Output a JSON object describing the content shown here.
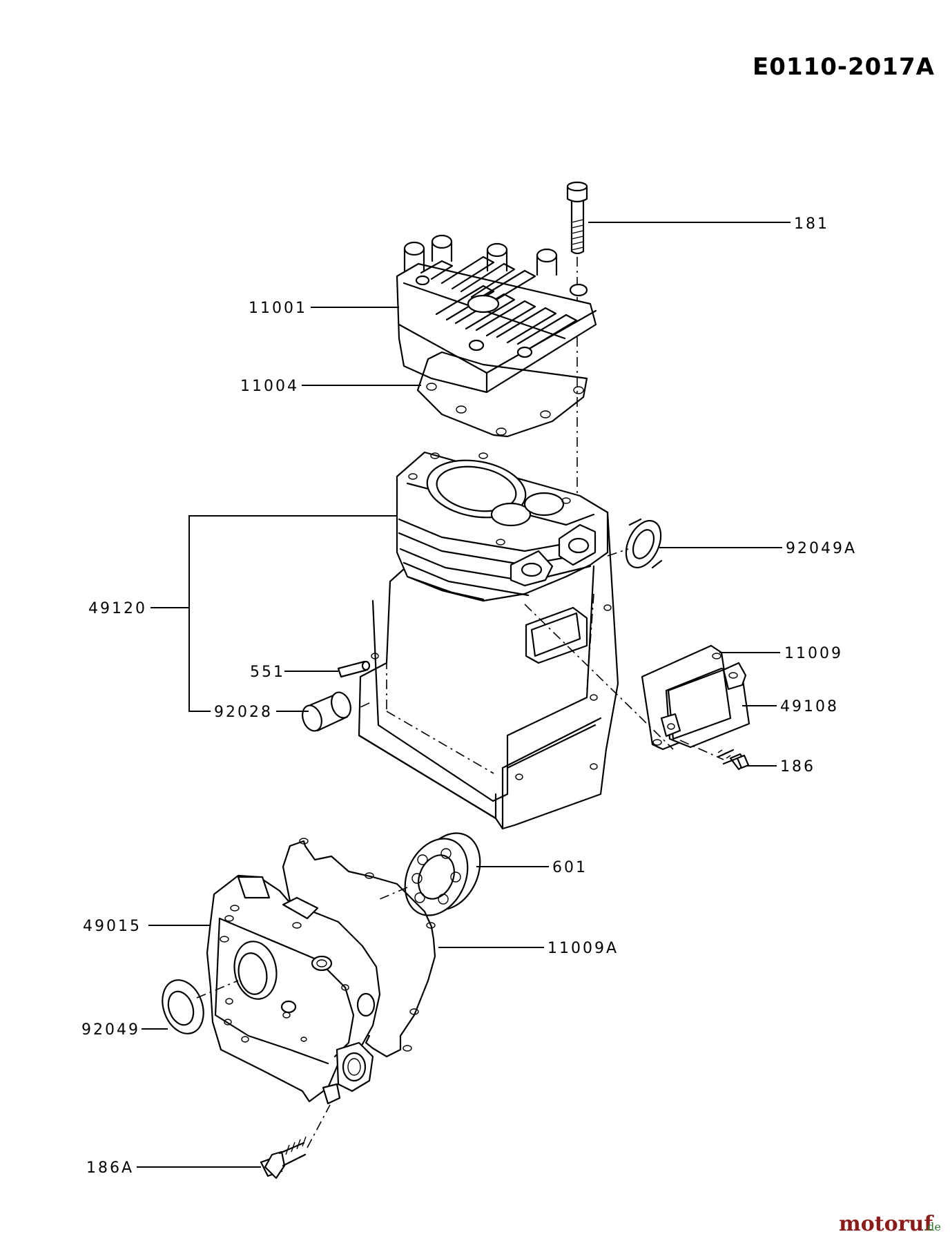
{
  "diagram_code": "E0110-2017A",
  "parts": {
    "p181": "181",
    "p11001": "11001",
    "p11004": "11004",
    "p92049A": "92049A",
    "p49120": "49120",
    "p551": "551",
    "p11009": "11009",
    "p49108": "49108",
    "p92028": "92028",
    "p186": "186",
    "p601": "601",
    "p49015": "49015",
    "p11009A": "11009A",
    "p92049": "92049",
    "p186A": "186A"
  },
  "watermark": {
    "brand": "motoruf",
    "tld": ".de",
    "brand_color": "#8b1a1a",
    "tld_color": "#2a7a2a"
  }
}
